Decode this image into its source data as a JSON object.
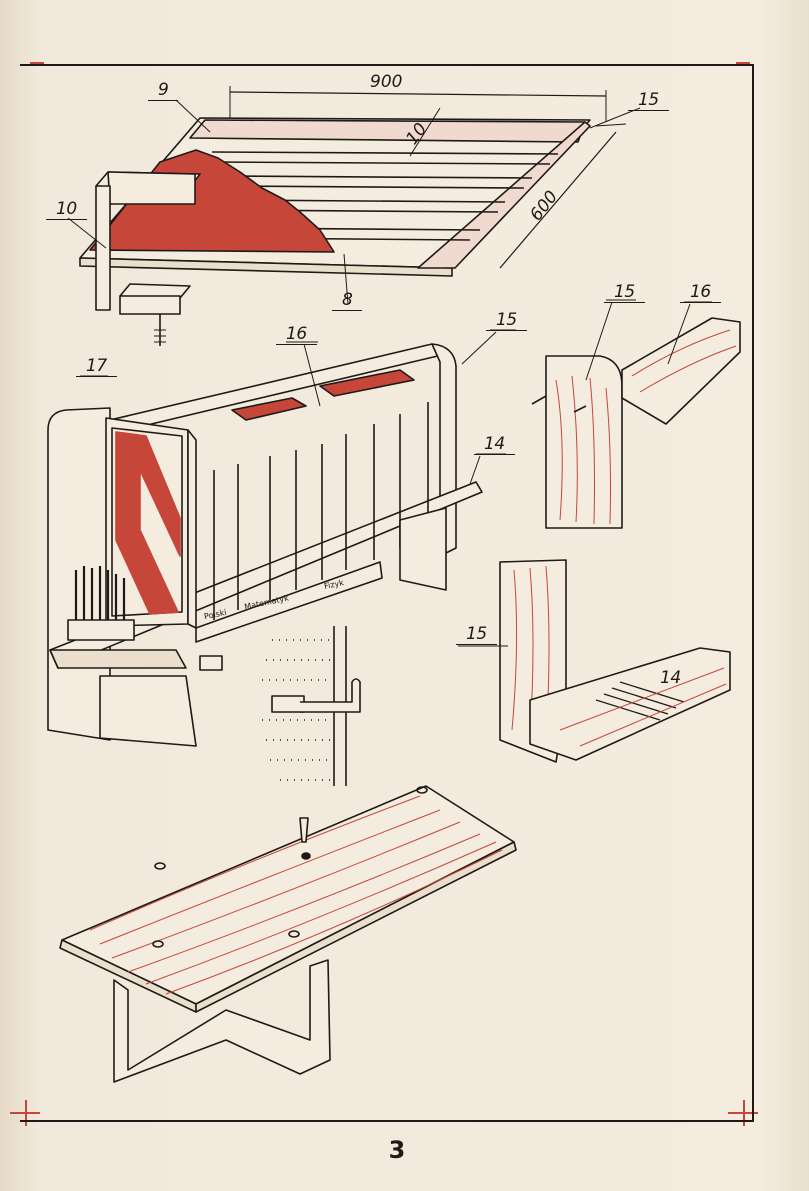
{
  "page": {
    "number": "3",
    "ink_color": "#1f1a17",
    "accent_color": "#c7463a",
    "paper_color": "#f1e9db"
  },
  "dimensions": {
    "width_mm": "900",
    "depth_mm": "600",
    "gap_mm": "10"
  },
  "callouts": {
    "c9": "9",
    "c10": "10",
    "c8": "8",
    "c15a": "15",
    "c15b": "15",
    "c15c": "15",
    "c15d": "15",
    "c16a": "16",
    "c16b": "16",
    "c17": "17",
    "c14a": "14",
    "c14b": "14"
  },
  "shelf_labels": {
    "subject1": "Polski",
    "subject2": "Matematyk",
    "subject3": "Fizyk"
  }
}
